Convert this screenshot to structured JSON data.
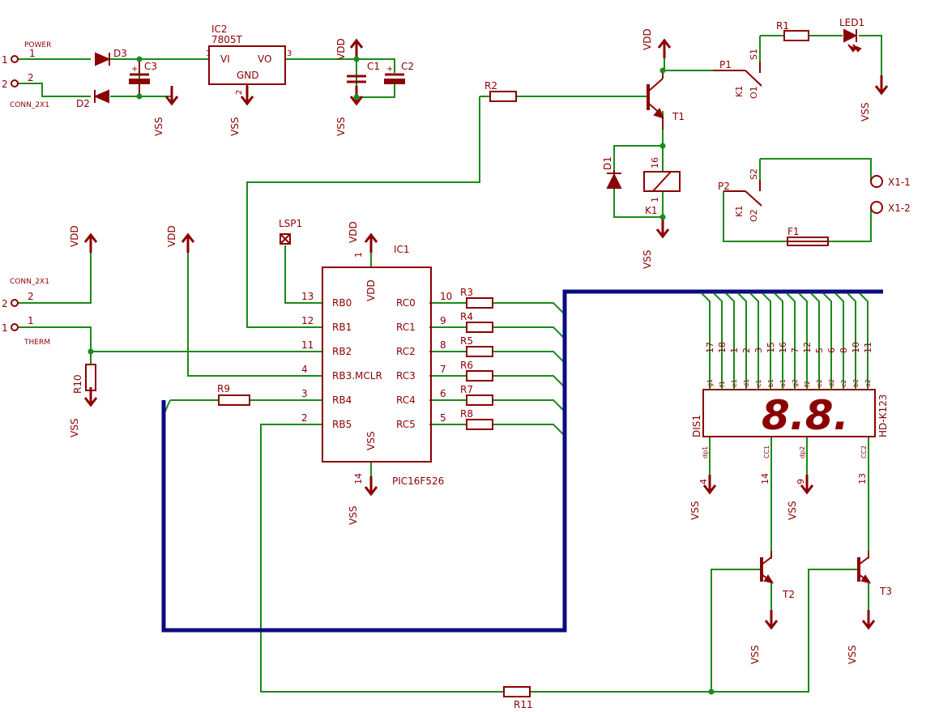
{
  "colors": {
    "symbol": "#8b0000",
    "wire": "#1a8a1a",
    "bus": "#0b0b80",
    "junction": "#1a8a1a",
    "background": "#ffffff"
  },
  "power_section": {
    "power_label": "POWER",
    "conn_label": "CONN_2X1",
    "pin1_num": "1",
    "pin1_idx": "1",
    "pin2_num": "2",
    "pin2_idx": "2",
    "d3": "D3",
    "d2": "D2",
    "c3": "C3",
    "c1": "C1",
    "c2": "C2",
    "plus": "+",
    "ic2_name": "IC2",
    "ic2_value": "7805T",
    "ic2_vi": "VI",
    "ic2_vo": "VO",
    "ic2_gnd": "GND",
    "ic2_pin1": "1",
    "ic2_pin2": "2",
    "ic2_pin3": "3",
    "vdd": "VDD",
    "vss": "VSS"
  },
  "relay_section": {
    "r1": "R1",
    "r2": "R2",
    "led1": "LED1",
    "p1": "P1",
    "p2": "P2",
    "s1": "S1",
    "s2": "S2",
    "k1": "K1",
    "o1": "O1",
    "o2": "O2",
    "t1": "T1",
    "d1": "D1",
    "coil_pin16": "16",
    "coil_pin1": "1",
    "x1_1": "X1-1",
    "x1_2": "X1-2",
    "f1": "F1"
  },
  "therm_section": {
    "conn_label": "CONN_2X1",
    "therm_label": "THERM",
    "pin2_num": "2",
    "pin2_idx": "2",
    "pin1_num": "1",
    "pin1_idx": "1",
    "r10": "R10",
    "lsp1": "LSP1",
    "r9": "R9",
    "r11": "R11"
  },
  "mcu": {
    "name": "IC1",
    "value": "PIC16F526",
    "vdd_label": "VDD",
    "vss_label": "VSS",
    "vdd_pin": "1",
    "vss_pin": "14",
    "left_pins": [
      {
        "num": "13",
        "label": "RB0"
      },
      {
        "num": "12",
        "label": "RB1"
      },
      {
        "num": "11",
        "label": "RB2"
      },
      {
        "num": "4",
        "label": "RB3.MCLR"
      },
      {
        "num": "3",
        "label": "RB4"
      },
      {
        "num": "2",
        "label": "RB5"
      }
    ],
    "right_pins": [
      {
        "num": "10",
        "label": "RC0",
        "res": "R3"
      },
      {
        "num": "9",
        "label": "RC1",
        "res": "R4"
      },
      {
        "num": "8",
        "label": "RC2",
        "res": "R5"
      },
      {
        "num": "7",
        "label": "RC3",
        "res": "R6"
      },
      {
        "num": "6",
        "label": "RC4",
        "res": "R7"
      },
      {
        "num": "5",
        "label": "RC5",
        "res": "R8"
      }
    ]
  },
  "display": {
    "name": "DIS1",
    "value": "HD-K123",
    "digits": "8.8.",
    "top_pins": [
      {
        "num": "17",
        "seg": "g1"
      },
      {
        "num": "18",
        "seg": "f1"
      },
      {
        "num": "1",
        "seg": "e1"
      },
      {
        "num": "2",
        "seg": "d1"
      },
      {
        "num": "3",
        "seg": "c1"
      },
      {
        "num": "15",
        "seg": "b1"
      },
      {
        "num": "16",
        "seg": "a1"
      },
      {
        "num": "7",
        "seg": "g2"
      },
      {
        "num": "12",
        "seg": "f2"
      },
      {
        "num": "5",
        "seg": "e2"
      },
      {
        "num": "6",
        "seg": "d2"
      },
      {
        "num": "8",
        "seg": "c2"
      },
      {
        "num": "10",
        "seg": "b2"
      },
      {
        "num": "11",
        "seg": "a2"
      }
    ],
    "bottom_pins": [
      {
        "num": "4",
        "seg": "dp1"
      },
      {
        "num": "14",
        "seg": "CC1"
      },
      {
        "num": "9",
        "seg": "dp2"
      },
      {
        "num": "13",
        "seg": "CC2"
      }
    ],
    "t2": "T2",
    "t3": "T3"
  }
}
